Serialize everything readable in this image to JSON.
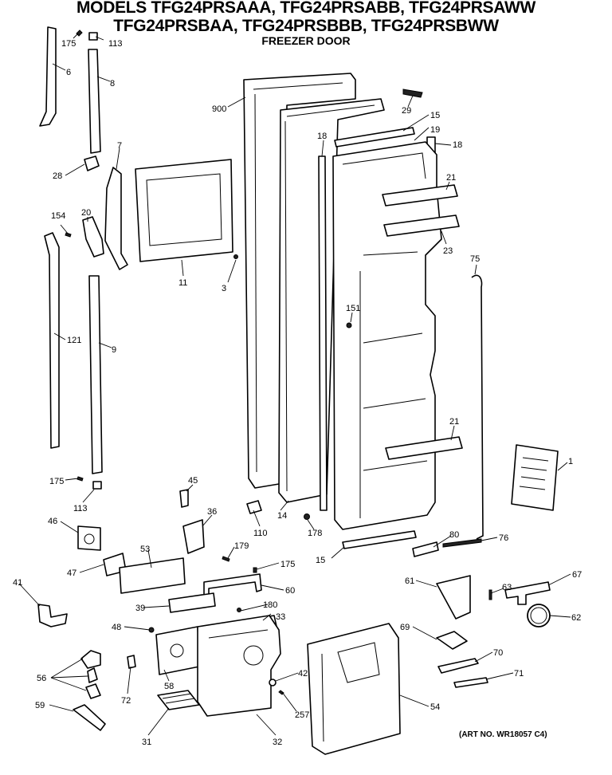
{
  "header": {
    "line1": "MODELS TFG24PRSAAA, TFG24PRSABB, TFG24PRSAWW",
    "line2": "TFG24PRSBAA, TFG24PRSBBB, TFG24PRSBWW",
    "subtitle": "FREEZER DOOR"
  },
  "art_number": "(ART NO. WR18057 C4)",
  "callouts": [
    "175",
    "113",
    "6",
    "8",
    "900",
    "29",
    "15",
    "19",
    "18",
    "18",
    "7",
    "28",
    "20",
    "154",
    "21",
    "11",
    "3",
    "23",
    "75",
    "121",
    "9",
    "151",
    "21",
    "1",
    "175",
    "113",
    "45",
    "36",
    "110",
    "14",
    "178",
    "80",
    "76",
    "15",
    "46",
    "179",
    "175",
    "53",
    "47",
    "60",
    "61",
    "63",
    "67",
    "41",
    "39",
    "180",
    "33",
    "48",
    "62",
    "69",
    "70",
    "56",
    "72",
    "58",
    "42",
    "71",
    "59",
    "257",
    "54",
    "31",
    "32"
  ]
}
